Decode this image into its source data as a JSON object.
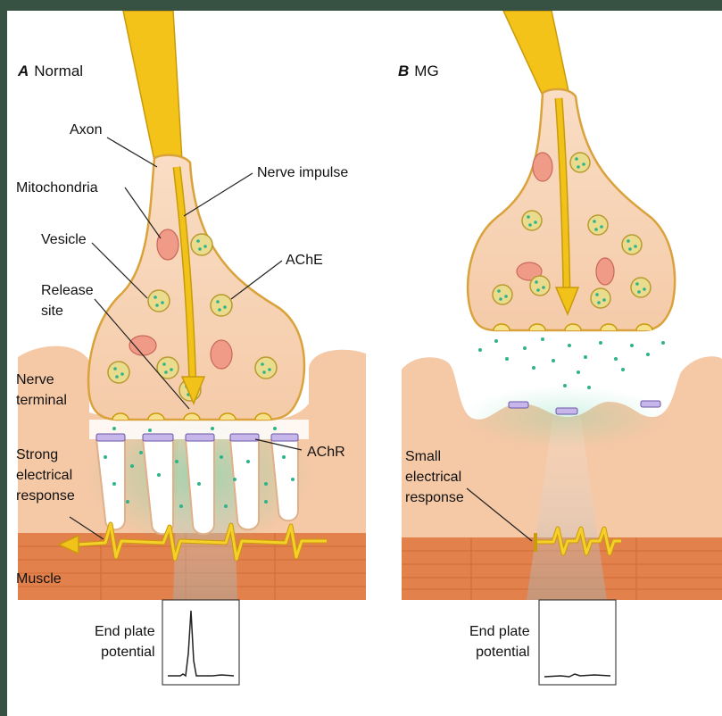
{
  "panels": [
    {
      "letter": "A",
      "title": "Normal"
    },
    {
      "letter": "B",
      "title": "MG"
    }
  ],
  "labels": {
    "axon": "Axon",
    "mitochondria": "Mitochondria",
    "vesicle": "Vesicle",
    "release_site": "Release\nsite",
    "nerve_impulse": "Nerve impulse",
    "ache": "AChE",
    "nerve_terminal": "Nerve\nterminal",
    "strong_response": "Strong\nelectrical\nresponse",
    "achr": "AChR",
    "muscle": "Muscle",
    "end_plate_a": "End plate\npotential",
    "small_response": "Small\nelectrical\nresponse",
    "end_plate_b": "End plate\npotential"
  },
  "colors": {
    "background": "#375143",
    "axon": "#f4c319",
    "terminal_fill": "#f8d3b6",
    "muscle_fill": "#f5c8a6",
    "muscle_band": "#e07c48",
    "vesicle_fill": "#e9dc8e",
    "mitochondria": "#ef9b88",
    "ach_dots": "#2fb38a",
    "impulse_arrow": "#f0c21a",
    "receptor": "#9a7ec6"
  },
  "end_plate_traces": [
    {
      "panel": "A",
      "relative_amplitude": 1.0
    },
    {
      "panel": "B",
      "relative_amplitude": 0.06
    }
  ]
}
